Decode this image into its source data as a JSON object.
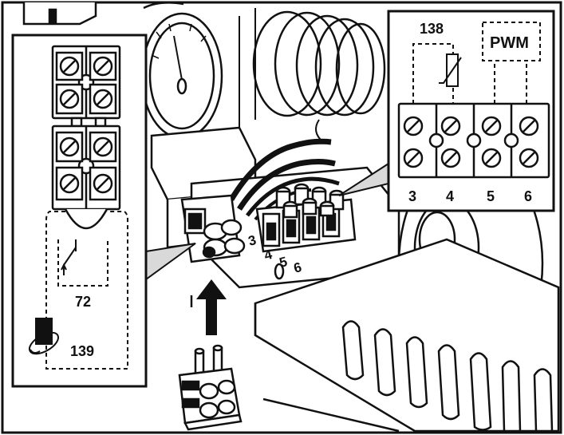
{
  "callouts": {
    "left": {
      "switch_label": "72",
      "sensor_label": "139",
      "icons": [
        "terminal-block-icon",
        "switch-icon",
        "sensor-probe-icon"
      ]
    },
    "right": {
      "sensor_label": "138",
      "pwm_label": "PWM",
      "terminals": [
        "3",
        "4",
        "5",
        "6"
      ],
      "icons": [
        "terminal-block-icon",
        "thermistor-icon"
      ]
    }
  },
  "main": {
    "terminal_numbers": [
      "3",
      "4",
      "5",
      "6"
    ],
    "icons": [
      "pressure-gauge-icon",
      "connector-plug-icon",
      "insert-arrow-icon",
      "heat-exchanger-coil-icon",
      "pump-wheel-icon"
    ]
  },
  "colors": {
    "ink": "#111111",
    "paper": "#ffffff",
    "shade": "#d9d9d9"
  }
}
